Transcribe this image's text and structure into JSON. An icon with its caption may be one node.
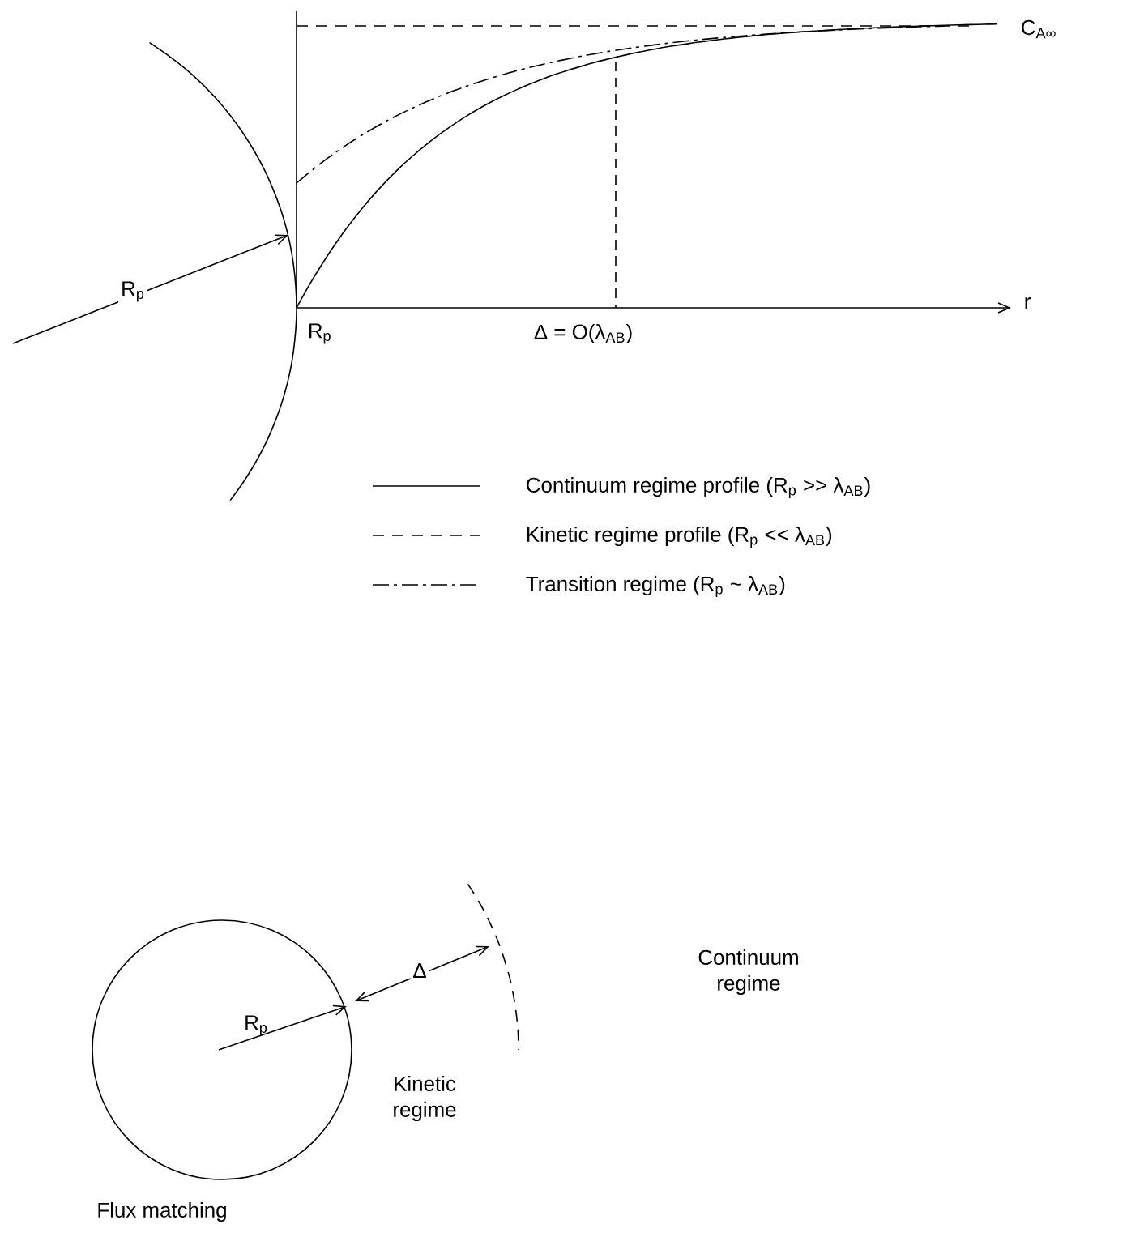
{
  "diagram": {
    "labels": [
      "C$_{A∞}$",
      "r",
      "R$_{p}$",
      "R$_{p}$",
      "Δ = O(λ$_{AB}$)",
      "R$_{p}$",
      "Δ",
      "Continuum regime",
      "Kinetic regime",
      "Flux matching"
    ],
    "legend": [
      {
        "text": "Continuum regime profile (R$_{p}$ >> λ$_{AB}$)"
      },
      {
        "text": "Kinetic regime profile (R$_{p}$ << λ$_{AB}$)"
      },
      {
        "text": "Transition regime (R$_{p}$ ~ λ$_{AB}$)"
      }
    ]
  }
}
